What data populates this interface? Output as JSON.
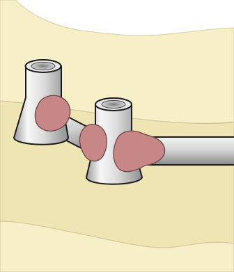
{
  "illustration": {
    "subject": "implant-bar-with-welds",
    "colors": {
      "background": "#ffffff",
      "gum_light": "#f6efc8",
      "gum_mid": "#efe4b4",
      "gum_outline": "#cfc398",
      "metal_light": "#f4f4f4",
      "metal_mid": "#c9c9c9",
      "metal_dark": "#8e8e8e",
      "metal_outline": "#1a1a1a",
      "weld_fill": "#c88787",
      "weld_outline": "#6e4545"
    },
    "parts": [
      "abutment-left",
      "abutment-center",
      "bar-left",
      "bar-right",
      "weld-left",
      "weld-center-left",
      "weld-center-right"
    ]
  }
}
